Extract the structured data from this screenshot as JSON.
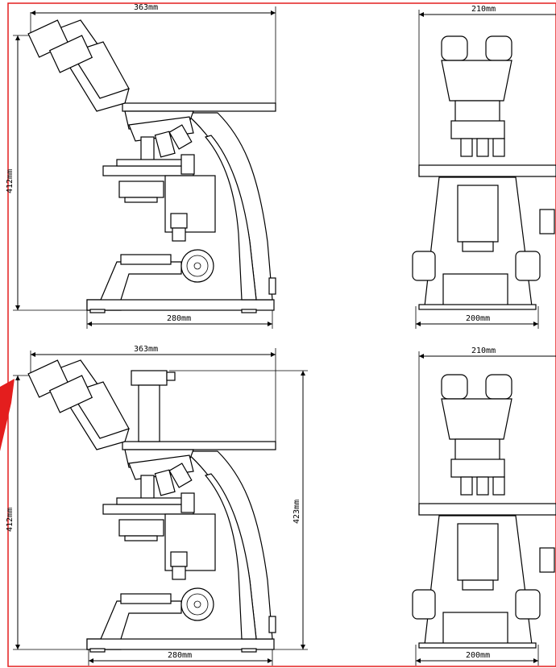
{
  "dimensions": {
    "top_left": {
      "width": "363mm",
      "height": "412mm",
      "base": "280mm"
    },
    "top_right": {
      "width": "210mm",
      "base": "200mm"
    },
    "bottom_left": {
      "width": "363mm",
      "height_left": "412mm",
      "height_right": "423mm",
      "base": "280mm"
    },
    "bottom_right": {
      "width": "210mm",
      "base": "200mm"
    }
  },
  "colors": {
    "frame": "#e41e1e",
    "line": "#000000",
    "background": "#ffffff"
  }
}
